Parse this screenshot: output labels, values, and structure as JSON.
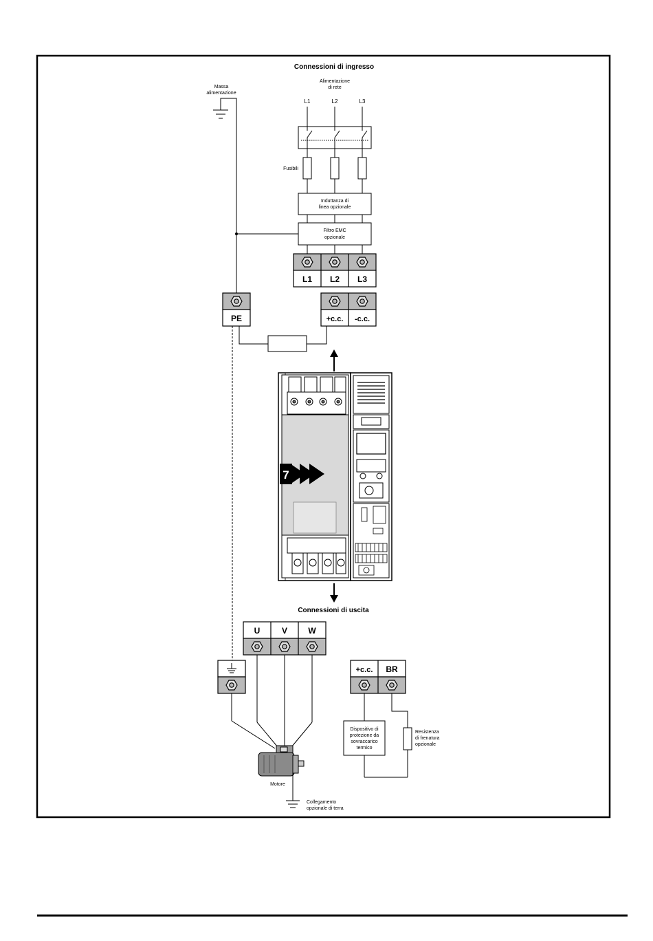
{
  "input": {
    "title": "Connessioni di ingresso",
    "mass_label": [
      "Massa",
      "alimentazione"
    ],
    "supply_label": [
      "Alimentazione",
      "di rete"
    ],
    "phases": [
      "L1",
      "L2",
      "L3"
    ],
    "fuses_label": "Fusibili",
    "inductor_label": [
      "Induttanza di",
      "linea opzionale"
    ],
    "emc_label": [
      "Filtro EMC",
      "opzionale"
    ],
    "terminals": [
      "L1",
      "L2",
      "L3"
    ],
    "pe_label": "PE",
    "dc_terminals": [
      "+c.c.",
      "-c.c."
    ]
  },
  "drive": {
    "logo": "7"
  },
  "output": {
    "title": "Connessioni di uscita",
    "terminals": [
      "U",
      "V",
      "W"
    ],
    "brake_terminals": [
      "+c.c.",
      "BR"
    ],
    "protection_label": [
      "Dispositivo di",
      "protezione da",
      "sovraccarico",
      "termico"
    ],
    "resistor_label": [
      "Resistenza",
      "di frenatura",
      "opzionale"
    ],
    "motor_label": "Motore",
    "earth_label": [
      "Collegamento",
      "opzionale di terra"
    ]
  },
  "colors": {
    "terminal_fill": "#b9b9b9",
    "drive_gray": "#d9d9d9",
    "stroke": "#000000"
  }
}
